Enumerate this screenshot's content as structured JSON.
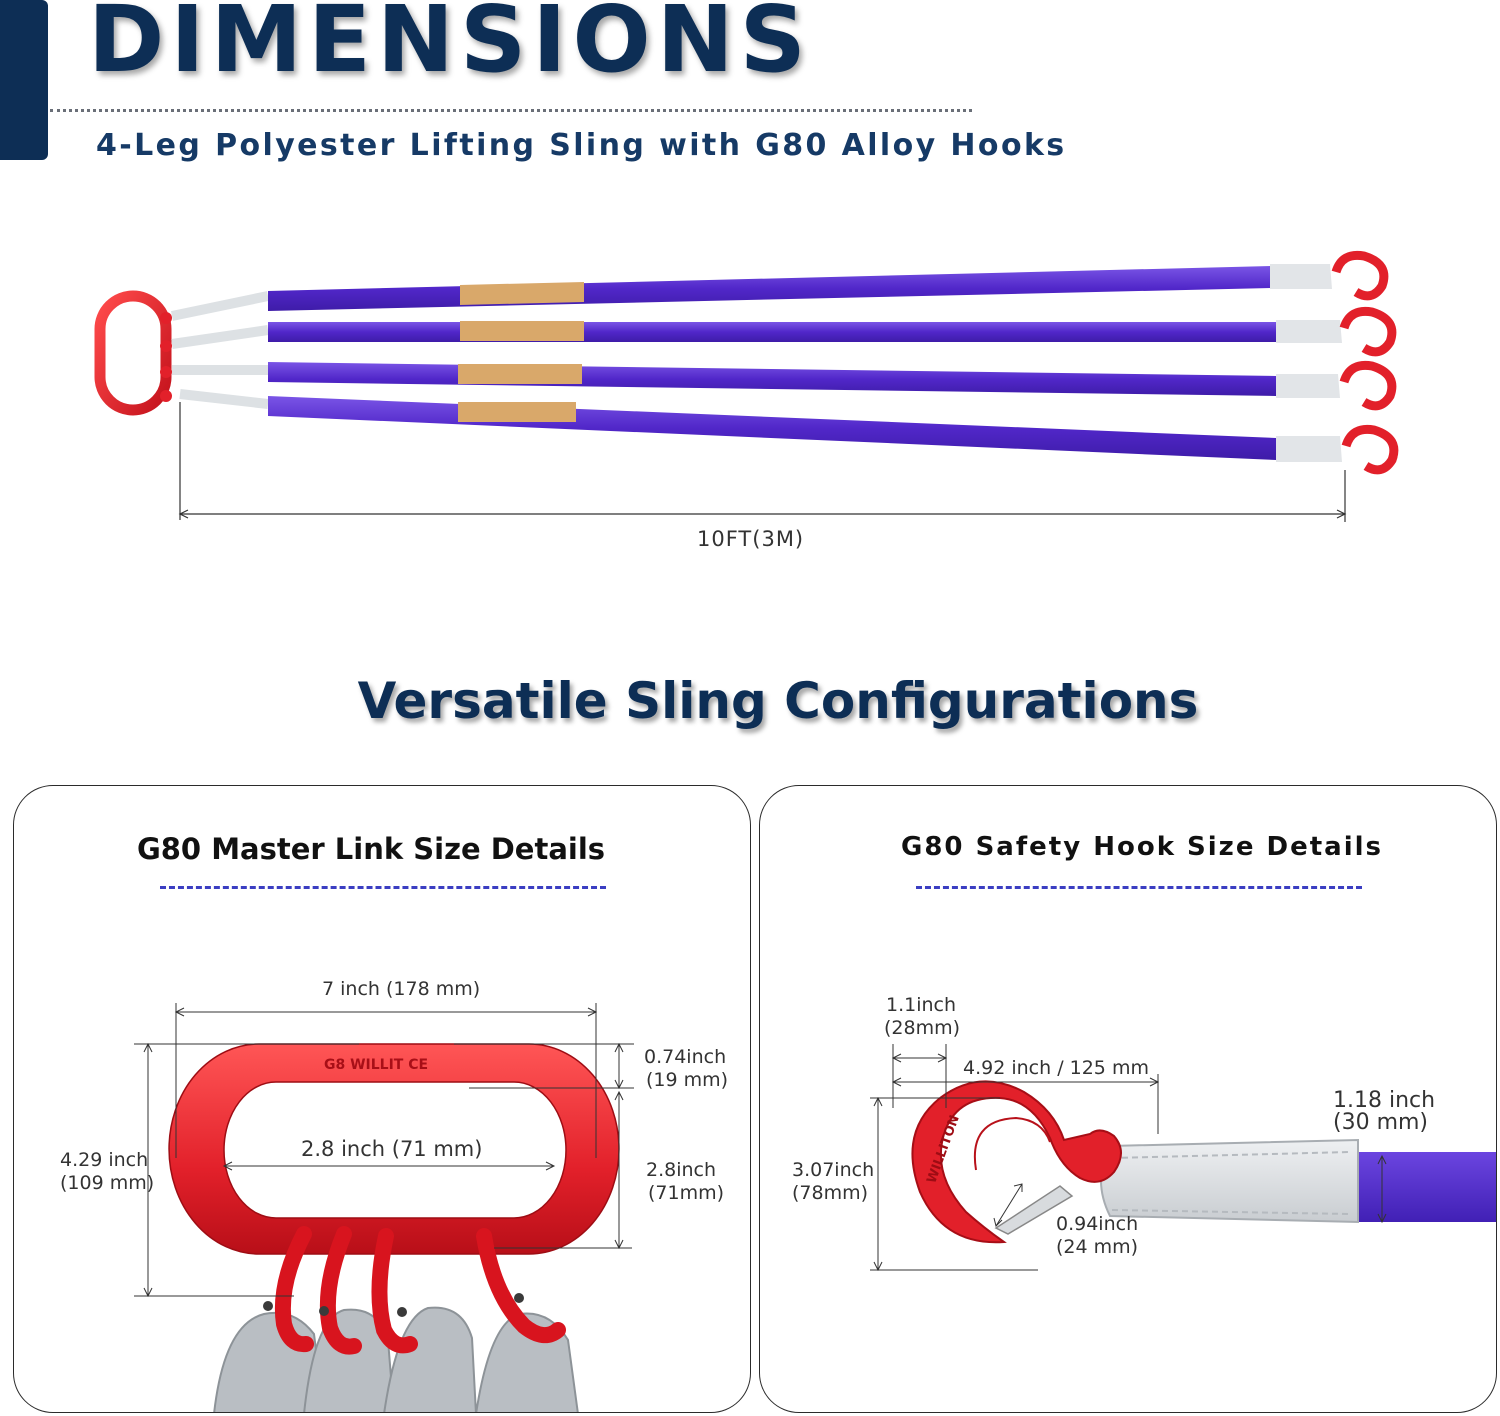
{
  "header": {
    "title": "DIMENSIONS",
    "subtitle": "4-Leg Polyester Lifting Sling with G80 Alloy Hooks"
  },
  "overview": {
    "length_label": "10FT(3M)"
  },
  "section": {
    "title": "Versatile Sling Configurations"
  },
  "master_link": {
    "title": "G80 Master Link Size Details",
    "width_label": "7 inch (178 mm)",
    "thickness_label_1": "0.74inch",
    "thickness_label_2": "(19 mm)",
    "height_label_1": "4.29 inch",
    "height_label_2": "(109 mm)",
    "inner_width_label": "2.8 inch (71 mm)",
    "inner_height_label_1": "2.8inch",
    "inner_height_label_2": "(71mm)",
    "stamp_text": "G8 WILLIT CE"
  },
  "safety_hook": {
    "title": "G80 Safety Hook Size Details",
    "throat_label_1": "1.1inch",
    "throat_label_2": "(28mm)",
    "length_label": "4.92 inch / 125 mm",
    "height_label_1": "3.07inch",
    "height_label_2": "(78mm)",
    "opening_label_1": "0.94inch",
    "opening_label_2": "(24 mm)",
    "webbing_label_1": "1.18 inch",
    "webbing_label_2": "(30 mm)",
    "stamp_text": "WILLITON"
  },
  "colors": {
    "navy": "#0d2e55",
    "webbing_purple": "#5b2fd0",
    "hook_red": "#e2202a",
    "sleeve_gray": "#dde1e4",
    "dash_blue": "#3b3ec2"
  }
}
